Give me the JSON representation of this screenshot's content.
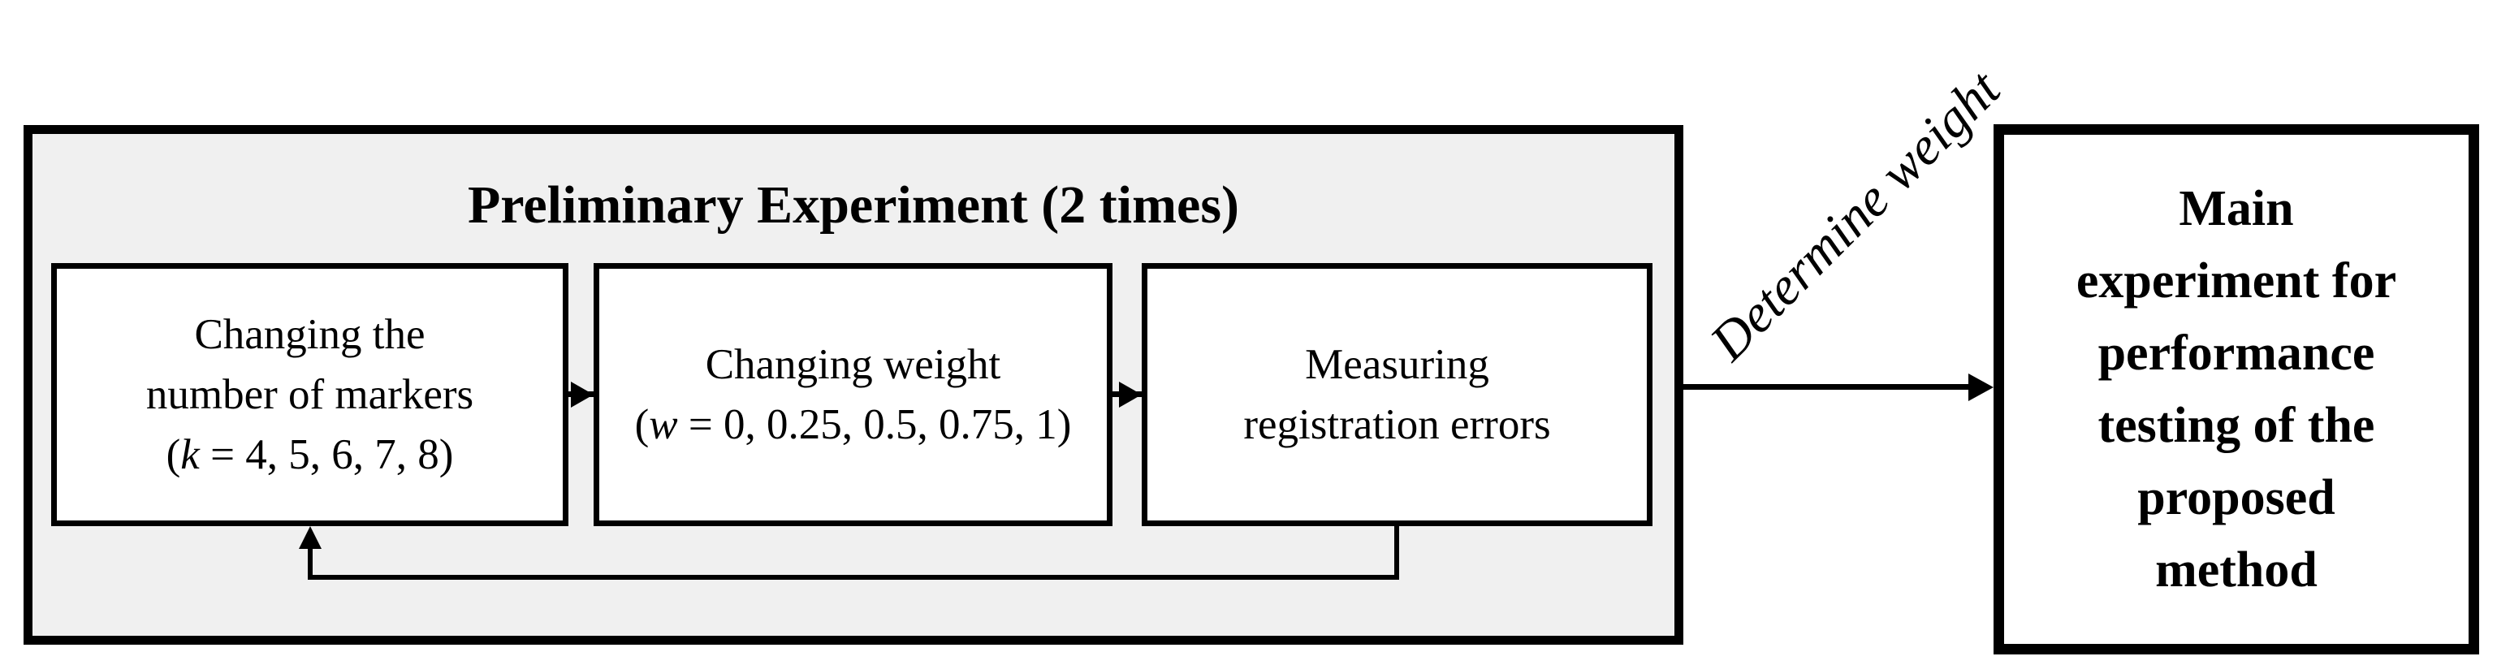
{
  "preliminary": {
    "title": "Preliminary Experiment (2 times)",
    "steps": [
      {
        "lines": [
          "Changing the",
          "number of markers"
        ],
        "param_open": "(",
        "param_symbol": "k",
        "param_rest": " = 4, 5, 6, 7, 8)"
      },
      {
        "lines": [
          "Changing weight"
        ],
        "param_open": "(",
        "param_symbol": "w",
        "param_rest": " = 0, 0.25, 0.5, 0.75, 1)"
      },
      {
        "lines": [
          "Measuring",
          "registration errors"
        ]
      }
    ]
  },
  "arrow_label": "Determine weight",
  "main_box": {
    "lines": [
      "Main",
      "experiment for",
      "performance",
      "testing of the",
      "proposed",
      "method"
    ]
  },
  "colors": {
    "border": "#000000",
    "group_fill": "#f0f0f0",
    "box_fill": "#ffffff",
    "background": "#ffffff"
  }
}
